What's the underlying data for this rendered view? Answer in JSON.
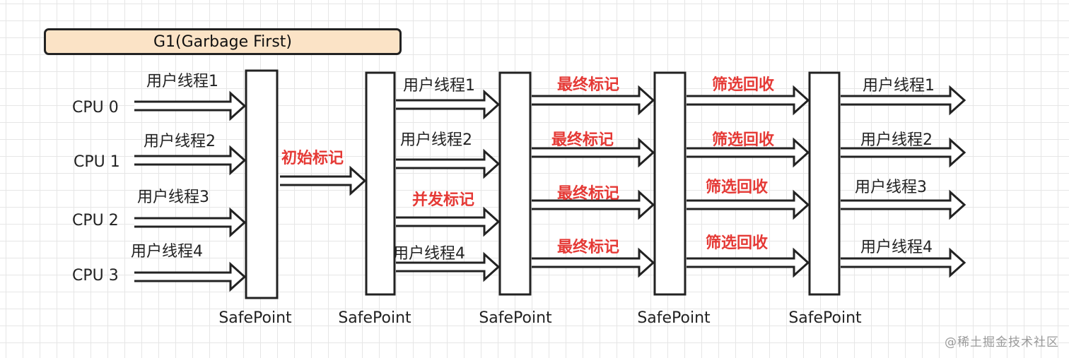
{
  "title": "G1(Garbage First)",
  "cpus": [
    "CPU 0",
    "CPU 1",
    "CPU 2",
    "CPU 3"
  ],
  "safepoint_label": "SafePoint",
  "initial_phase": {
    "thread_labels": [
      "用户线程1",
      "用户线程2",
      "用户线程3",
      "用户线程4"
    ]
  },
  "transition_label": "初始标记",
  "second_phase": {
    "labels": [
      "用户线程1",
      "用户线程2",
      "并发标记",
      "用户线程4"
    ]
  },
  "final_mark_labels": [
    "最终标记",
    "最终标记",
    "最终标记",
    "最终标记"
  ],
  "screening_labels": [
    "筛选回收",
    "筛选回收",
    "筛选回收",
    "筛选回收"
  ],
  "final_phase": {
    "thread_labels": [
      "用户线程1",
      "用户线程2",
      "用户线程3",
      "用户线程4"
    ]
  },
  "watermark": "@稀土掘金技术社区",
  "colors": {
    "highlight": "#e53935",
    "stroke": "#222222",
    "title_fill": "#fbe3c6"
  }
}
